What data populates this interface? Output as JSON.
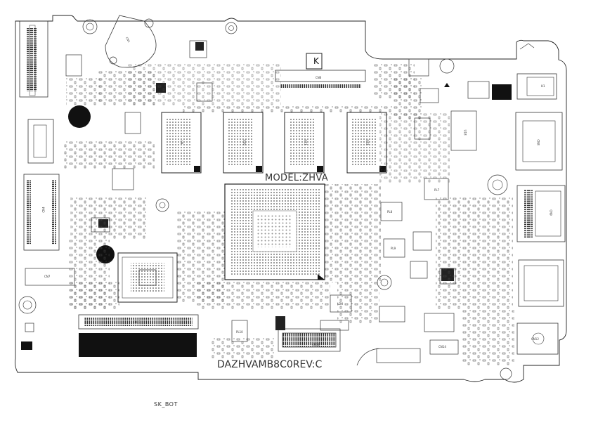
{
  "board": {
    "model_label": "MODEL:ZHVA",
    "board_id": "DAZHVAMB8C0REV:C",
    "side_label": "SK_BOT",
    "corner_mark": "K"
  },
  "ref_designators": {
    "cn1": "CN1",
    "cn4": "CN4",
    "cn6": "CN6",
    "cn7": "CN7",
    "cn8": "CN8",
    "cn9": "CN9",
    "cn11": "CN11",
    "cn12": "CN12",
    "cn14": "CN14",
    "cn16": "CN16",
    "h1": "H1",
    "u9": "U9",
    "u10": "U10",
    "u11": "U11",
    "u12": "U12",
    "u18": "U18",
    "u26": "U26",
    "pl7": "PL7",
    "pl8": "PL8",
    "pl9": "PL9",
    "pl10": "PL10"
  },
  "colors": {
    "outline": "#222222",
    "silkscreen": "#333333",
    "pad_black": "#111111",
    "background": "#ffffff"
  }
}
